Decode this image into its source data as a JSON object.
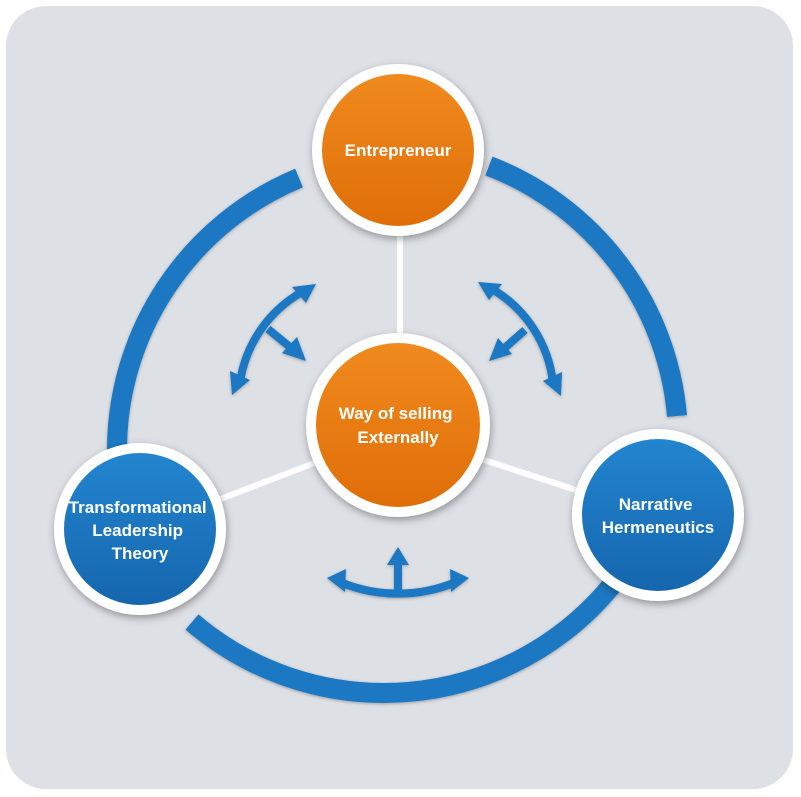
{
  "nodes": {
    "top": {
      "lines": [
        "Entrepreneur"
      ],
      "color": "#E8780E"
    },
    "center": {
      "lines": [
        "Way of selling",
        "Externally"
      ],
      "color": "#E8780E"
    },
    "left": {
      "lines": [
        "Transformational",
        "Leadership",
        "Theory"
      ],
      "color": "#1A78C2"
    },
    "right": {
      "lines": [
        "Narrative",
        "Hermeneutics"
      ],
      "color": "#1A78C2"
    }
  },
  "colors": {
    "background": "#DDE0E5",
    "ring": "#1A78C2",
    "connector": "#FFFFFF"
  }
}
